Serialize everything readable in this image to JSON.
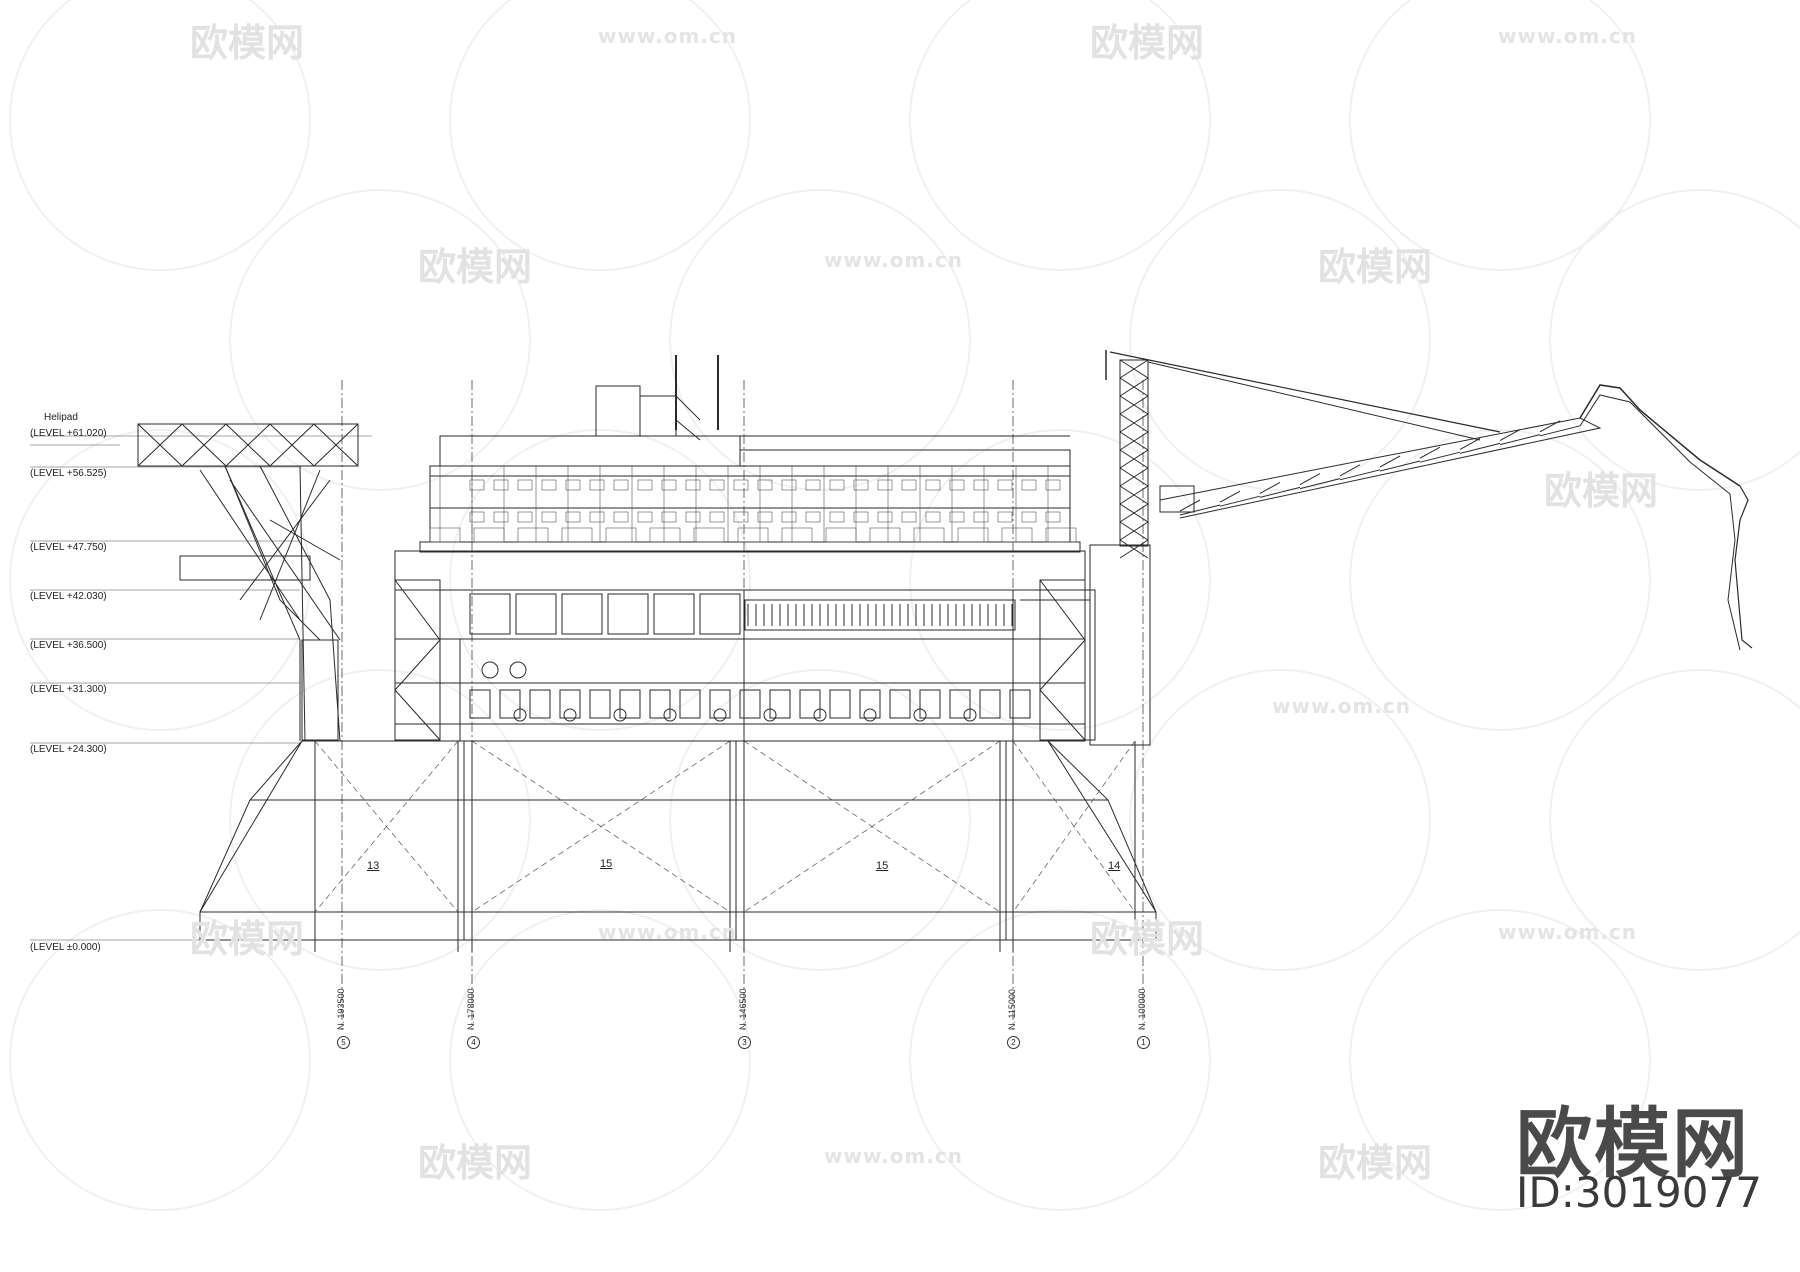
{
  "helipad_label": "Helipad",
  "levels": [
    {
      "label": "(LEVEL +61.020)",
      "value": 61.02
    },
    {
      "label": "(LEVEL +56.525)",
      "value": 56.525
    },
    {
      "label": "(LEVEL +47.750)",
      "value": 47.75
    },
    {
      "label": "(LEVEL +42.030)",
      "value": 42.03
    },
    {
      "label": "(LEVEL +36.500)",
      "value": 36.5
    },
    {
      "label": "(LEVEL +31.300)",
      "value": 31.3
    },
    {
      "label": "(LEVEL +24.300)",
      "value": 24.3
    },
    {
      "label": "(LEVEL ±0.000)",
      "value": 0
    }
  ],
  "bays": [
    "13",
    "15",
    "15",
    "14"
  ],
  "grid_lines": [
    {
      "bubble": "5",
      "label": "N. 193500"
    },
    {
      "bubble": "4",
      "label": "N. 178000"
    },
    {
      "bubble": "3",
      "label": "N. 146500"
    },
    {
      "bubble": "2",
      "label": "N. 115000"
    },
    {
      "bubble": "1",
      "label": "N. 100000"
    }
  ],
  "watermark": {
    "brand": "欧模网",
    "id": "ID:3019077",
    "url": "www.om.cn"
  },
  "colors": {
    "line": "#2a2a2a",
    "watermark": "#e2e2e2"
  }
}
